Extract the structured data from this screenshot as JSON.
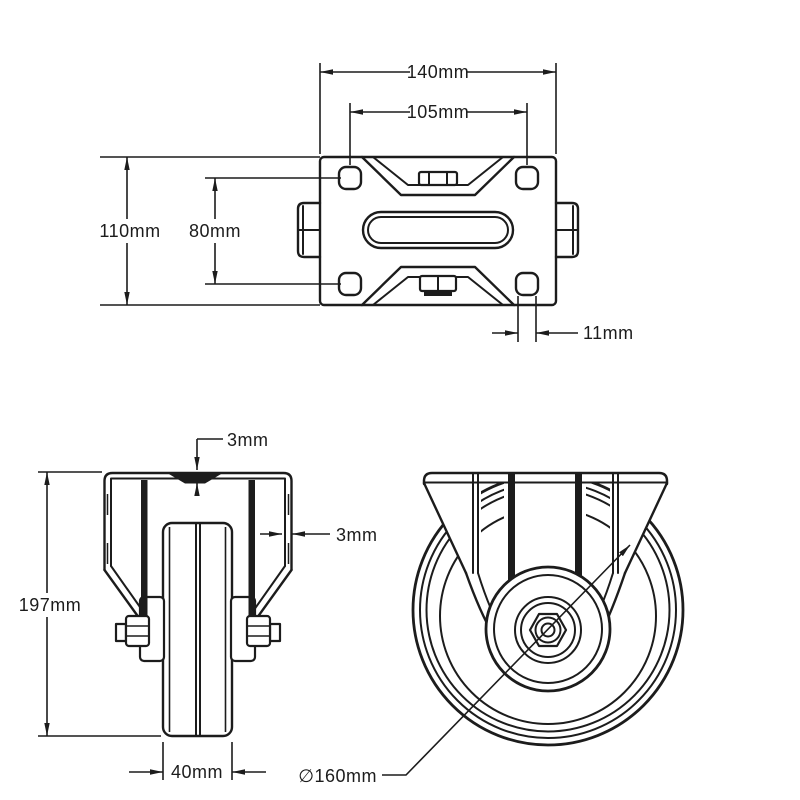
{
  "drawing": {
    "background": "#ffffff",
    "line_color": "#1c1c1c",
    "description_labels_only": true,
    "views": {
      "top_view": {
        "name": "mounting-plate-top-view",
        "labels": {
          "overall_width": "140mm",
          "bolt_hole_spacing_x": "105mm",
          "overall_depth": "110mm",
          "bolt_hole_spacing_y": "80mm",
          "bolt_hole_diameter": "11mm"
        }
      },
      "front_view": {
        "name": "caster-front-view",
        "labels": {
          "plate_thickness": "3mm",
          "bracket_wall_thickness": "3mm",
          "overall_height": "197mm",
          "wheel_width": "40mm"
        }
      },
      "side_view": {
        "name": "caster-side-view",
        "labels": {
          "wheel_diameter": "∅160mm"
        }
      }
    }
  }
}
